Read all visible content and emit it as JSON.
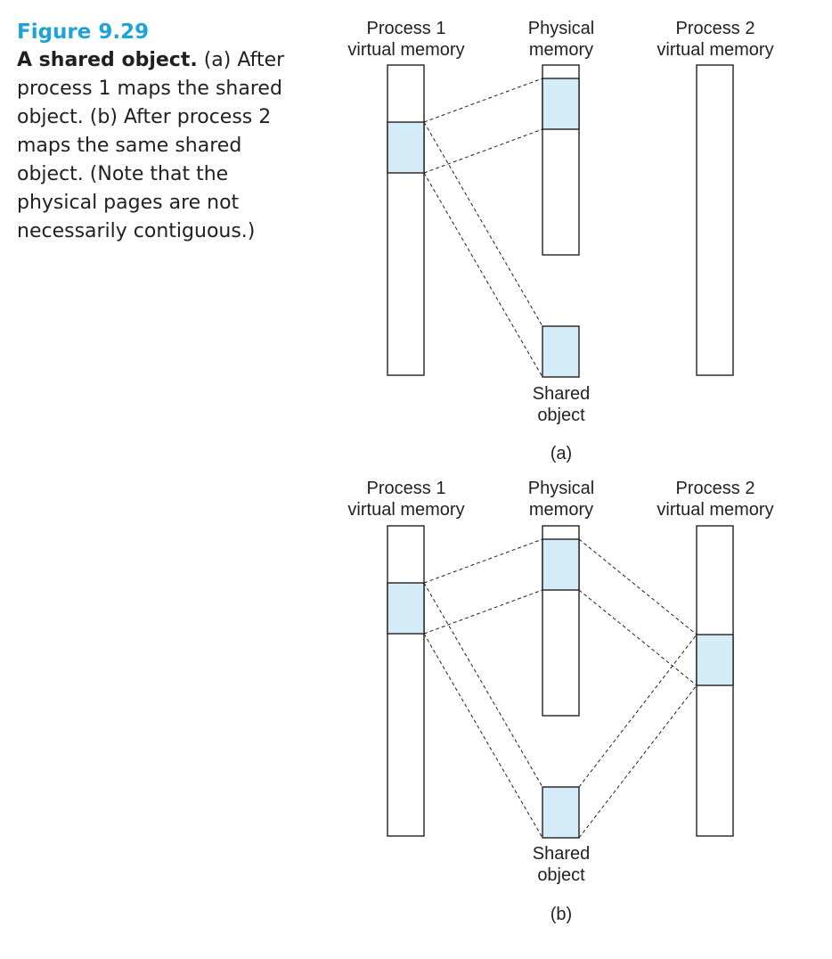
{
  "caption": {
    "figure": "Figure 9.29",
    "lead": "A shared object.",
    "text": " (a) After process 1 maps the shared object. (b) After process 2 maps the same shared object. (Note that the physical pages are not necessarily contiguous.)"
  },
  "panel_a": {
    "p1_label": [
      "Process 1",
      "virtual memory"
    ],
    "phys_label": [
      "Physical",
      "memory"
    ],
    "p2_label": [
      "Process 2",
      "virtual memory"
    ],
    "shared_label": [
      "Shared",
      "object"
    ],
    "tag": "(a)"
  },
  "panel_b": {
    "p1_label": [
      "Process 1",
      "virtual memory"
    ],
    "phys_label": [
      "Physical",
      "memory"
    ],
    "p2_label": [
      "Process 2",
      "virtual memory"
    ],
    "shared_label": [
      "Shared",
      "object"
    ],
    "tag": "(b)"
  },
  "colors": {
    "highlight": "#d4ebf8",
    "title": "#1fa3d6",
    "ink": "#231f20"
  }
}
